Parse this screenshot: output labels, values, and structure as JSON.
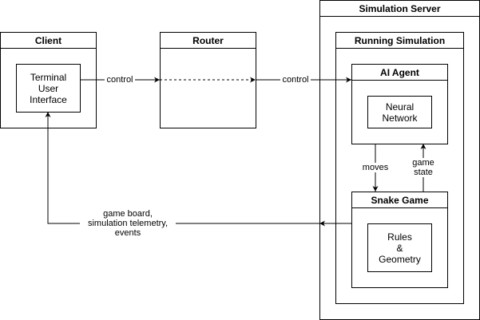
{
  "diagram": {
    "containers": {
      "client": "Client",
      "router": "Router",
      "server": "Simulation Server",
      "running": "Running Simulation",
      "agent": "AI Agent",
      "game": "Snake Game"
    },
    "nodes": {
      "tui": "Terminal\nUser\nInterface",
      "nn": "Neural\nNetwork",
      "rules": "Rules\n&\nGeometry"
    },
    "edges": {
      "control_1": "control",
      "control_2": "control",
      "moves": "moves",
      "game_state": "game\nstate",
      "feedback": "game board,\nsimulation telemetry,\nevents"
    }
  }
}
